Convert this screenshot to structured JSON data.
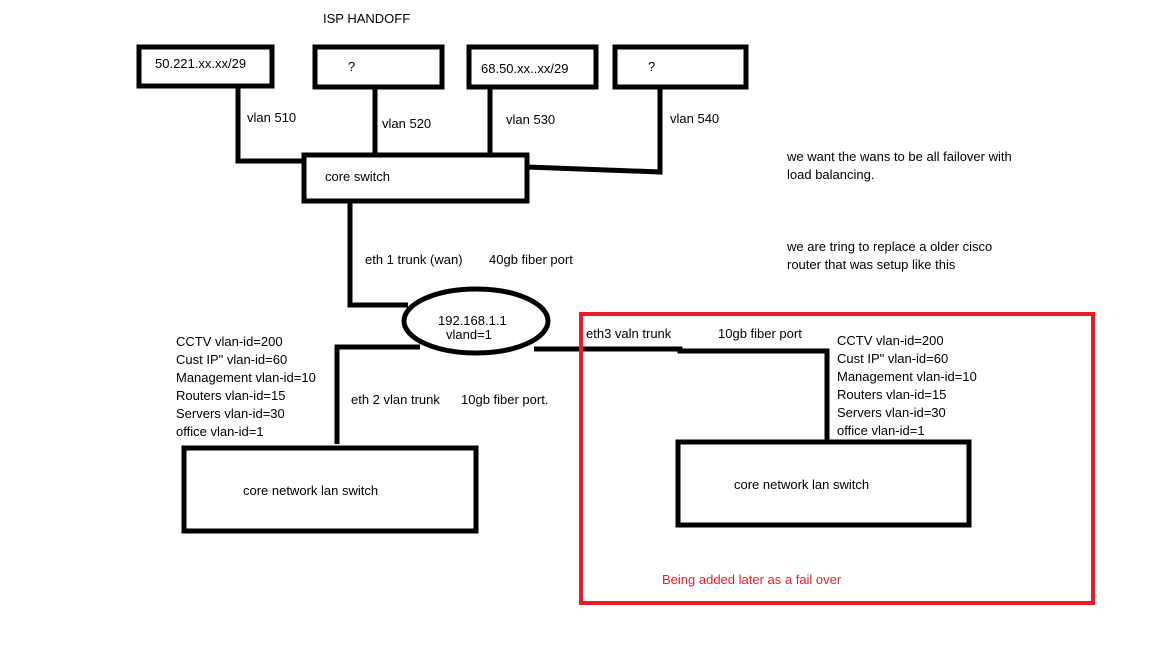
{
  "title": "ISP HANDOFF",
  "isp_boxes": [
    {
      "label": "50.221.xx.xx/29",
      "vlan": "vlan 510"
    },
    {
      "label": "?",
      "vlan": "vlan 520"
    },
    {
      "label": "68.50.xx..xx/29",
      "vlan": "vlan 530"
    },
    {
      "label": "?",
      "vlan": "vlan 540"
    }
  ],
  "core_switch": "core switch",
  "wan_link": {
    "label": "eth 1 trunk (wan)",
    "port": "40gb fiber port"
  },
  "router": {
    "ip": "192.168.1.1",
    "vlan": "vland=1"
  },
  "notes": [
    "we want the wans to be all failover with",
    "load balancing.",
    "we are tring to replace a older cisco",
    "router that was setup like this"
  ],
  "vlan_list": [
    "CCTV vlan-id=200",
    "Cust IP\" vlan-id=60",
    "Management vlan-id=10",
    "Routers vlan-id=15",
    "Servers vlan-id=30",
    "office vlan-id=1"
  ],
  "eth2_link": {
    "label": "eth 2 vlan trunk",
    "port": "10gb fiber port."
  },
  "eth3_link": {
    "label": "eth3 valn trunk",
    "port": "10gb fiber port"
  },
  "lan_switch_left": "core network lan switch",
  "lan_switch_right": "core network lan switch",
  "failover_note": "Being added later as a fail over",
  "colors": {
    "line": "#000000",
    "highlight": "#ed1c24"
  }
}
